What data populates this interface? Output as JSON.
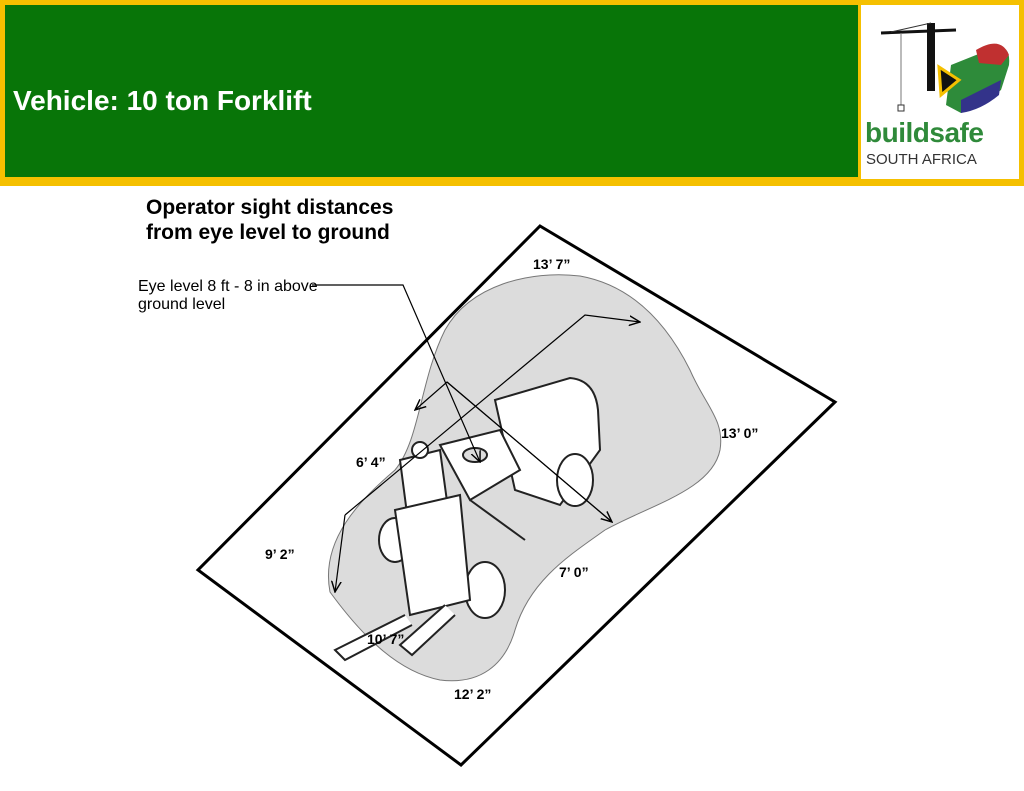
{
  "header": {
    "title": "Vehicle: 10 ton Forklift"
  },
  "logo": {
    "name": "buildsafe",
    "subtitle": "SOUTH AFRICA"
  },
  "diagram": {
    "heading_line1": "Operator sight distances",
    "heading_line2": "from  eye level to ground",
    "eye_level_note": "Eye level 8 ft - 8 in above ground level",
    "distances": {
      "rear": "13’ 7”",
      "right": "13’ 0”",
      "left_front": "6’ 4”",
      "left": "9’ 2”",
      "right_front": "7’ 0”",
      "front_left": "10’ 7”",
      "front": "12’ 2”"
    }
  },
  "colors": {
    "header_green": "#087508",
    "border_yellow": "#f5c000",
    "zone_gray": "#dcdcdc"
  }
}
